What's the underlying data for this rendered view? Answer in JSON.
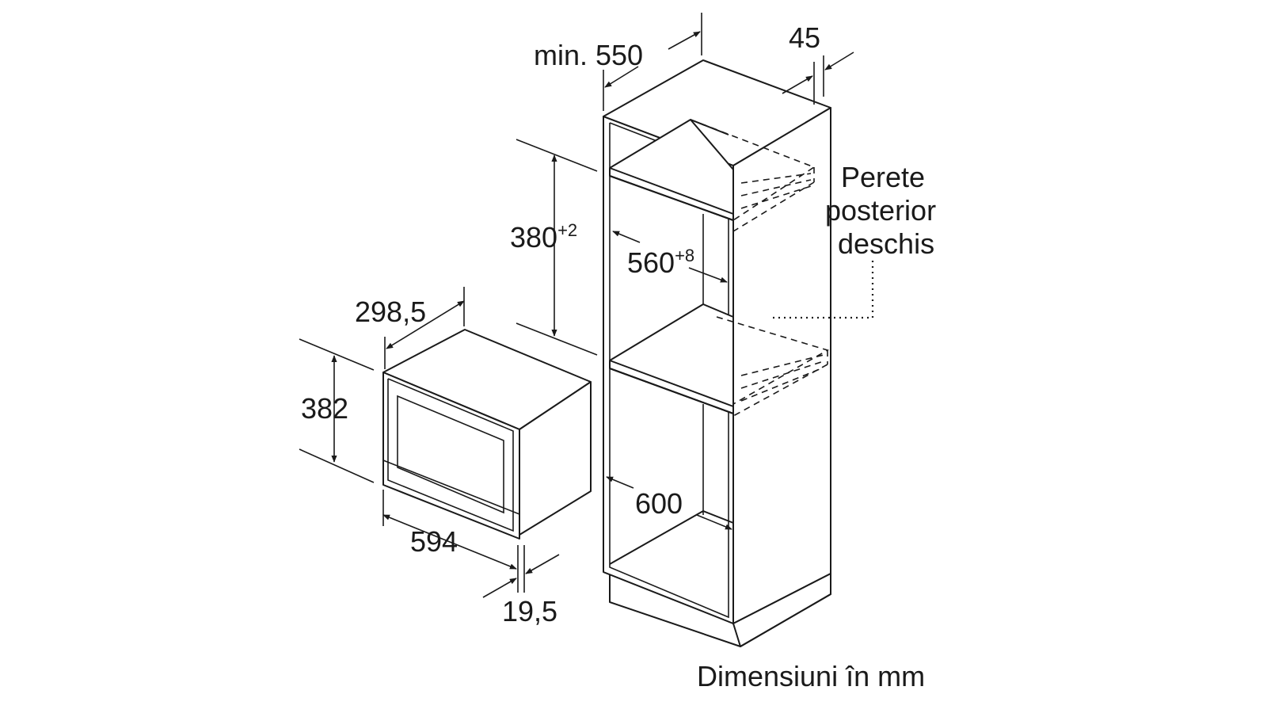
{
  "oven": {
    "height": "382",
    "depth": "298,5",
    "width": "594",
    "front_thickness": "19,5"
  },
  "cabinet": {
    "min_depth": "min. 550",
    "niche_height": "380",
    "niche_height_tol": "+2",
    "niche_width": "560",
    "niche_width_tol": "+8",
    "cabinet_width": "600",
    "back_gap": "45",
    "back_wall_label": [
      "Perete",
      "posterior",
      "deschis"
    ]
  },
  "caption": "Dimensiuni în mm"
}
